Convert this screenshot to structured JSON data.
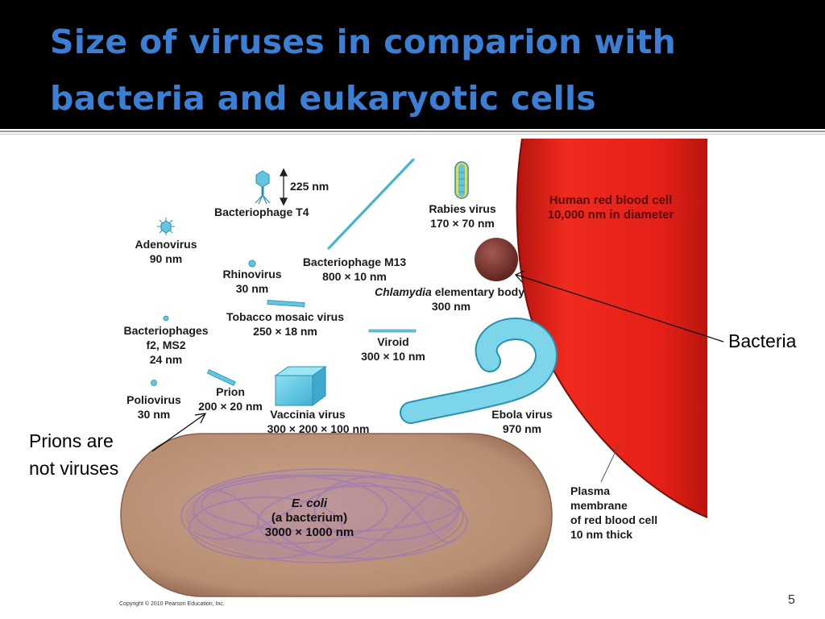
{
  "slide": {
    "title_line1": "Size of viruses in comparion with",
    "title_line2": "bacteria and eukaryotic cells",
    "page_number": "5",
    "copyright": "Copyright © 2010 Pearson Education, Inc."
  },
  "colors": {
    "title": "#3b7fd4",
    "title_bar": "#000000",
    "virus": "#62c6e0",
    "red_blood_cell": "#e8201a",
    "e_coli": "#c39a80",
    "chlamydia": "#7a2e28"
  },
  "annotations": {
    "prions_line1": "Prions are",
    "prions_line2": "not viruses",
    "bacteria": "Bacteria"
  },
  "labels": {
    "t4_size": "225 nm",
    "t4_name": "Bacteriophage T4",
    "adeno_name": "Adenovirus",
    "adeno_size": "90 nm",
    "rhino_name": "Rhinovirus",
    "rhino_size": "30 nm",
    "m13_name": "Bacteriophage M13",
    "m13_size": "800 × 10 nm",
    "rabies_name": "Rabies virus",
    "rabies_size": "170 × 70 nm",
    "rbc_name": "Human red blood cell",
    "rbc_size": "10,000 nm in diameter",
    "chlamydia_italic": "Chlamydia",
    "chlamydia_rest": " elementary body",
    "chlamydia_size": "300 nm",
    "tmv_name": "Tobacco mosaic virus",
    "tmv_size": "250 × 18 nm",
    "f2_name1": "Bacteriophages",
    "f2_name2": "f2, MS2",
    "f2_size": "24 nm",
    "viroid_name": "Viroid",
    "viroid_size": "300 × 10 nm",
    "prion_name": "Prion",
    "prion_size": "200 × 20 nm",
    "polio_name": "Poliovirus",
    "polio_size": "30 nm",
    "vaccinia_name": "Vaccinia virus",
    "vaccinia_size": "300 × 200 × 100 nm",
    "ebola_name": "Ebola virus",
    "ebola_size": "970 nm",
    "ecoli_name": "E. coli",
    "ecoli_desc": "(a bacterium)",
    "ecoli_size": "3000 × 1000 nm",
    "membrane_1": "Plasma",
    "membrane_2": "membrane",
    "membrane_3": "of red blood cell",
    "membrane_4": "10 nm thick"
  }
}
